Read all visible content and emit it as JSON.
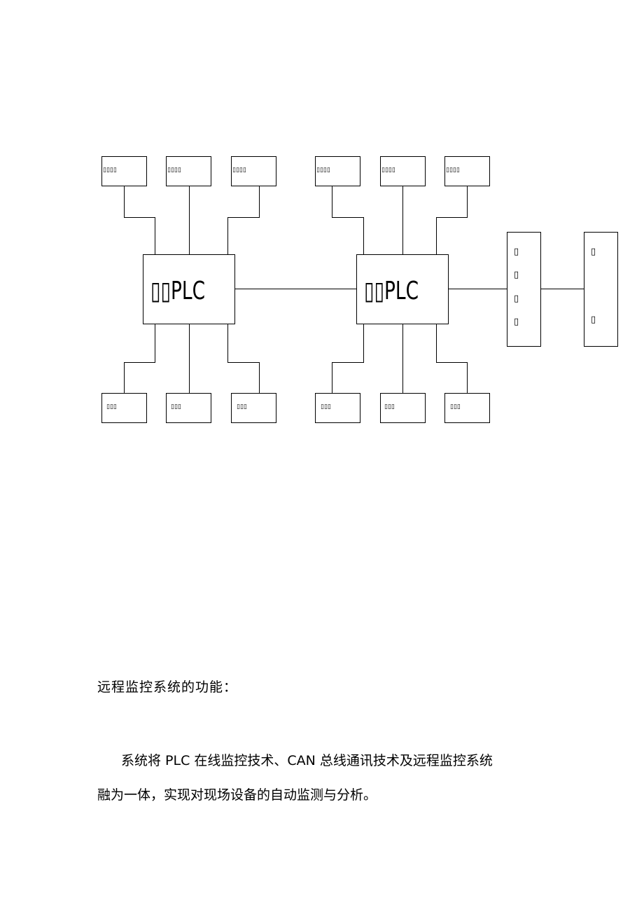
{
  "diagram": {
    "plc_left_label": "▯▯PLC",
    "plc_right_label": "▯▯PLC",
    "top_device_label": "▯▯▯▯",
    "bottom_device_label": "▯▯▯",
    "tall_box_a_marks": [
      "▯",
      "▯",
      "▯",
      "▯"
    ],
    "tall_box_b_marks": [
      "▯",
      "▯"
    ]
  },
  "text": {
    "heading": "远程监控系统的功能：",
    "paragraph_line1": "系统将 PLC 在线监控技术、CAN 总线通讯技术及远程监控系统",
    "paragraph_line2": "融为一体，实现对现场设备的自动监测与分析。"
  }
}
